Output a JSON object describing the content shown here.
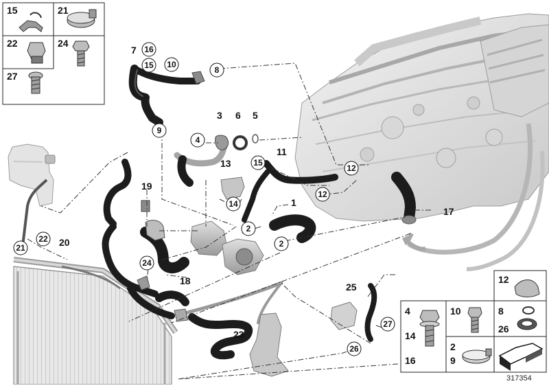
{
  "diagram": {
    "reference": "317354",
    "labels": {
      "n1": "1",
      "n2a": "2",
      "n2b": "2",
      "n3": "3",
      "n4": "4",
      "n5": "5",
      "n6": "6",
      "n7": "7",
      "n8": "8",
      "n9": "9",
      "n10": "10",
      "n11": "11",
      "n12a": "12",
      "n12b": "12",
      "n13": "13",
      "n14": "14",
      "n15a": "15",
      "n15b": "15",
      "n16": "16",
      "n17": "17",
      "n18": "18",
      "n19": "19",
      "n20": "20",
      "n21": "21",
      "n22": "22",
      "n23": "23",
      "n24": "24",
      "n25": "25",
      "n26": "26",
      "n27": "27"
    },
    "legend_top_left": [
      "15",
      "21",
      "22",
      "24",
      "27"
    ],
    "legend_bottom_right": {
      "col1": [
        "4",
        "14",
        "16"
      ],
      "col2": [
        "10",
        "2",
        "9"
      ],
      "col3": [
        "8",
        "26"
      ],
      "top": "12"
    }
  }
}
